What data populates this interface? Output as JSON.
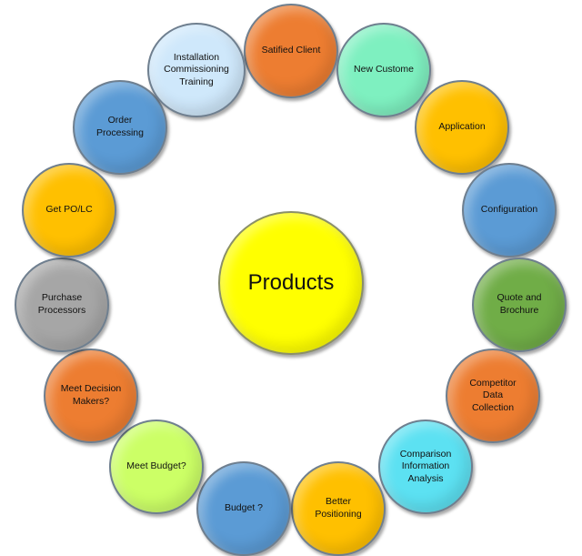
{
  "center": {
    "label": "Products",
    "color": "#ffff00"
  },
  "nodes": [
    {
      "id": "n-satisfied",
      "label": "Satified Client",
      "color": "#ed7d31"
    },
    {
      "id": "n-newcust",
      "label": "New Custome",
      "color": "#7ef0c0"
    },
    {
      "id": "n-application",
      "label": "Application",
      "color": "#ffc000"
    },
    {
      "id": "n-config",
      "label": "Configuration",
      "color": "#5b9bd5"
    },
    {
      "id": "n-quote",
      "label": "Quote and\nBrochure",
      "color": "#70ad47"
    },
    {
      "id": "n-competitor",
      "label": "Competitor\nData\nCollection",
      "color": "#ed7d31"
    },
    {
      "id": "n-comparison",
      "label": "Comparison\nInformation\nAnalysis",
      "color": "#5ce1f2"
    },
    {
      "id": "n-better",
      "label": "Better\nPositioning",
      "color": "#ffc000"
    },
    {
      "id": "n-budgetq",
      "label": "Budget ?",
      "color": "#5b9bd5"
    },
    {
      "id": "n-meetbudget",
      "label": "Meet Budget?",
      "color": "#ccff66"
    },
    {
      "id": "n-meetdm",
      "label": "Meet Decision\nMakers?",
      "color": "#ed7d31"
    },
    {
      "id": "n-purchase",
      "label": "Purchase\nProcessors",
      "color": "#a6a6a6"
    },
    {
      "id": "n-getpo",
      "label": "Get PO/LC",
      "color": "#ffc000"
    },
    {
      "id": "n-order",
      "label": "Order\nProcessing",
      "color": "#5b9bd5"
    },
    {
      "id": "n-install",
      "label": "Installation\nCommissioning\nTraining",
      "color": "#cfe8fb"
    }
  ]
}
